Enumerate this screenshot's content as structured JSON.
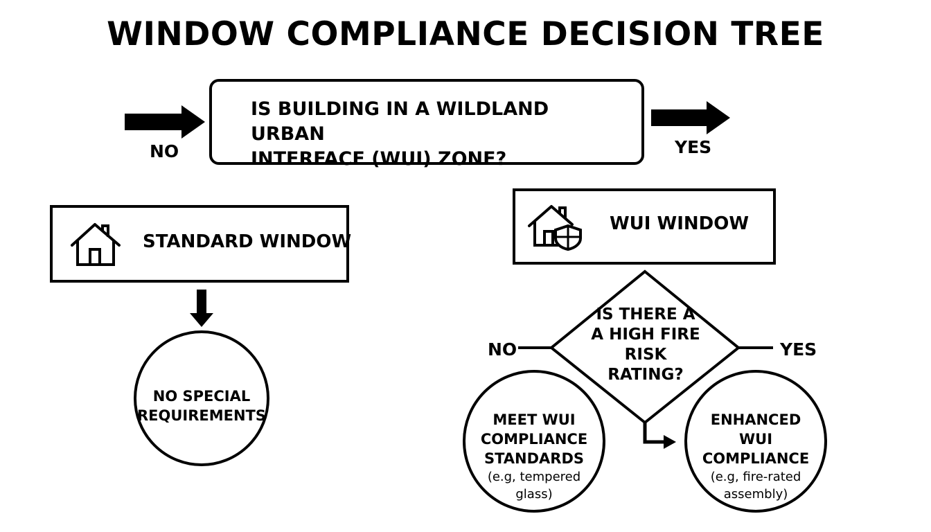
{
  "title": "WINDOW COMPLIANCE DECISION TREE",
  "question1": {
    "line1": "IS BUILDING IN A WILDLAND URBAN",
    "line2": "INTERFACE (WUI) ZONE?"
  },
  "branch_no_1": "NO",
  "branch_yes_1": "YES",
  "standard_window": {
    "label": "STANDARD WINDOW",
    "icon": "house-icon"
  },
  "wui_window": {
    "label": "WUI WINDOW",
    "icon": "house-shield-icon"
  },
  "no_special": {
    "line1": "NO SPECIAL",
    "line2": "REQUIREMENTS"
  },
  "question2": {
    "line1": "IS THERE A",
    "line2": "A HIGH FIRE",
    "line3": "RISK",
    "line4": "RATING?"
  },
  "branch_no_2": "NO",
  "branch_yes_2": "YES",
  "meet_wui": {
    "line1": "MEET WUI",
    "line2": "COMPLIANCE",
    "line3": "STANDARDS",
    "note": "(e.g, tempered glass)"
  },
  "enhanced_wui": {
    "line1": "ENHANCED",
    "line2": "WUI COMPLIANCE",
    "note1": "(e.g, fire-rated",
    "note2": "assembly)"
  }
}
